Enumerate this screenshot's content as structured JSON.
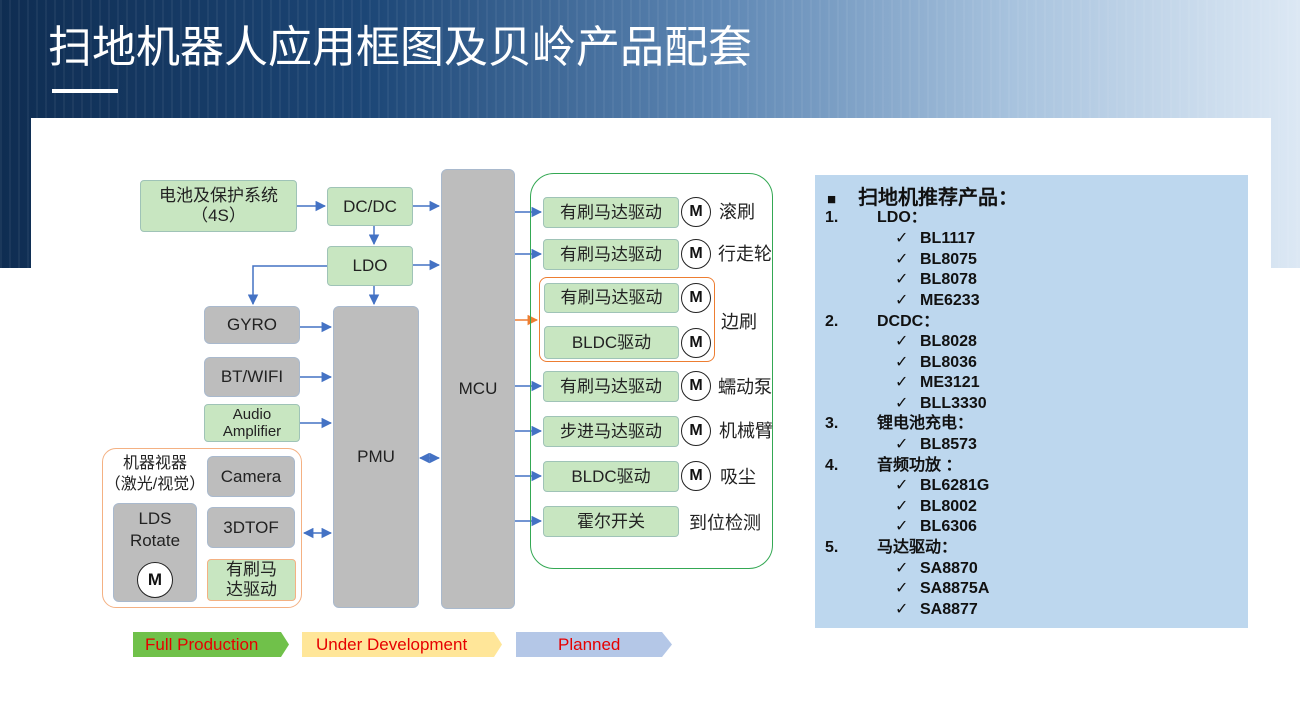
{
  "page": {
    "title": "扫地机器人应用框图及贝岭产品配套"
  },
  "colors": {
    "green_box": "#c8e6c1",
    "gray_box": "#bdbdbd",
    "arrow": "#4472c4",
    "legend_text": "#e60000",
    "rec_panel": "#bdd7ee"
  },
  "diagram": {
    "battery": "电池及保护系统\n（4S）",
    "dcdc": "DC/DC",
    "ldo": "LDO",
    "gyro": "GYRO",
    "btwifi": "BT/WIFI",
    "audio": "Audio\nAmplifier",
    "pmu": "PMU",
    "mcu": "MCU",
    "vision_label": "机器视器\n（激光/视觉）",
    "camera": "Camera",
    "tof": "3DTOF",
    "lds": "LDS\nRotate",
    "motor_symbol": "M",
    "lds_driver": "有刷马\n达驱动",
    "drivers": [
      {
        "text": "有刷马达驱动",
        "label": "滚刷"
      },
      {
        "text": "有刷马达驱动",
        "label": "行走轮"
      },
      {
        "text": "有刷马达驱动",
        "label": ""
      },
      {
        "text": "BLDC驱动",
        "label": ""
      },
      {
        "text": "有刷马达驱动",
        "label": "蠕动泵"
      },
      {
        "text": "步进马达驱动",
        "label": "机械臂"
      },
      {
        "text": "BLDC驱动",
        "label": "吸尘"
      },
      {
        "text": "霍尔开关",
        "label": "到位检测"
      }
    ],
    "side_brush_label": "边刷"
  },
  "legend": {
    "full": "Full Production",
    "dev": "Under Development",
    "planned": "Planned"
  },
  "recommend": {
    "bullet": "■",
    "heading": "扫地机推荐产品：",
    "check": "✓",
    "categories": [
      {
        "num": "1.",
        "name": "LDO：",
        "items": [
          "BL1117",
          "BL8075",
          "BL8078",
          "ME6233"
        ]
      },
      {
        "num": "2.",
        "name": "DCDC：",
        "items": [
          "BL8028",
          "BL8036",
          "ME3121",
          "BLL3330"
        ]
      },
      {
        "num": "3.",
        "name": "锂电池充电：",
        "items": [
          "BL8573"
        ]
      },
      {
        "num": "4.",
        "name": "音频功放 ：",
        "items": [
          "BL6281G",
          "BL8002",
          "BL6306"
        ]
      },
      {
        "num": "5.",
        "name": "马达驱动：",
        "items": [
          "SA8870",
          "SA8875A",
          "SA8877"
        ]
      }
    ]
  }
}
